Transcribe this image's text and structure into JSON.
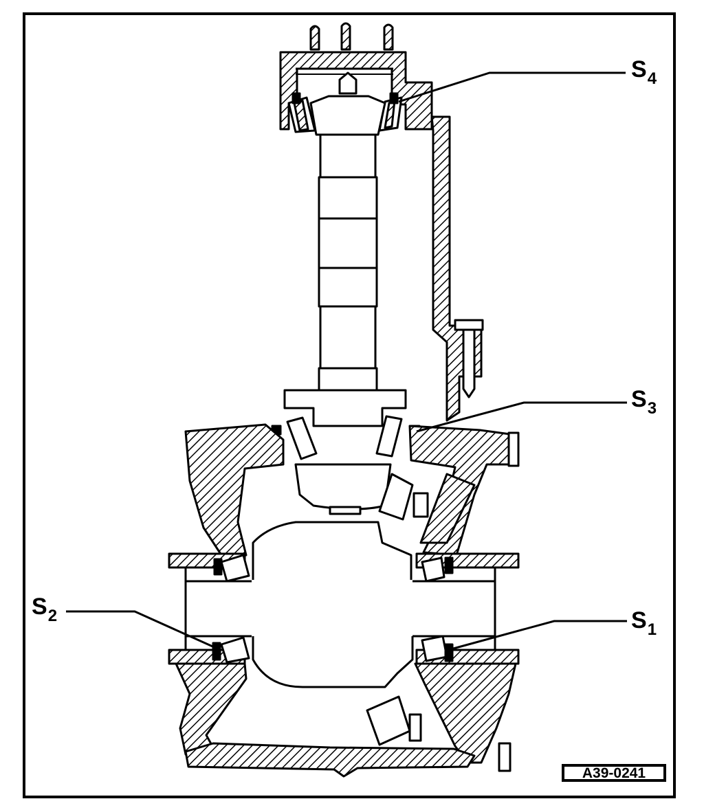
{
  "figure_id": "A39-0241",
  "labels": {
    "s4": {
      "letter": "S",
      "index": "4"
    },
    "s3": {
      "letter": "S",
      "index": "3"
    },
    "s2": {
      "letter": "S",
      "index": "2"
    },
    "s1": {
      "letter": "S",
      "index": "1"
    }
  },
  "colors": {
    "ink": "#000000",
    "paper": "#ffffff"
  }
}
